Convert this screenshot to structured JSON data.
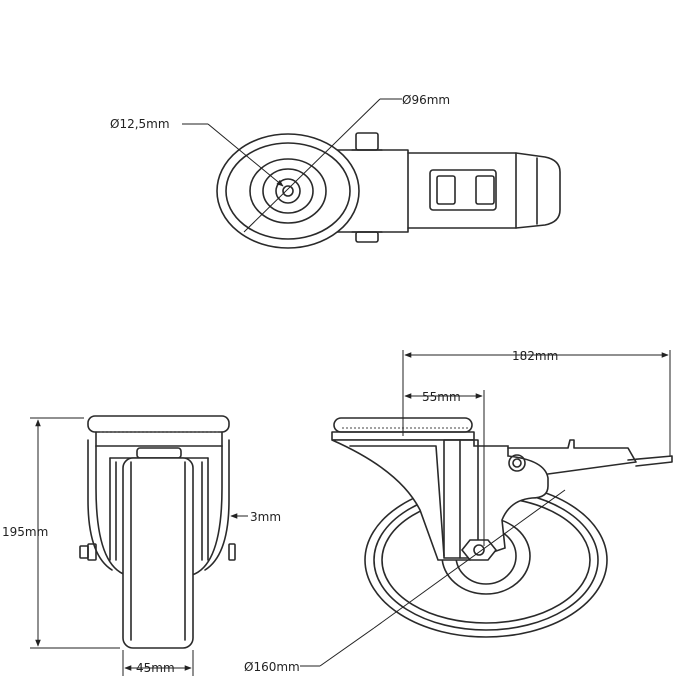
{
  "dimensions": {
    "wheel_diameter_top": "Ø96mm",
    "bolt_hole": "Ø12,5mm",
    "total_length": "182mm",
    "offset": "55mm",
    "height": "195mm",
    "clearance": "3mm",
    "wheel_width": "45mm",
    "wheel_diameter_side": "Ø160mm"
  }
}
